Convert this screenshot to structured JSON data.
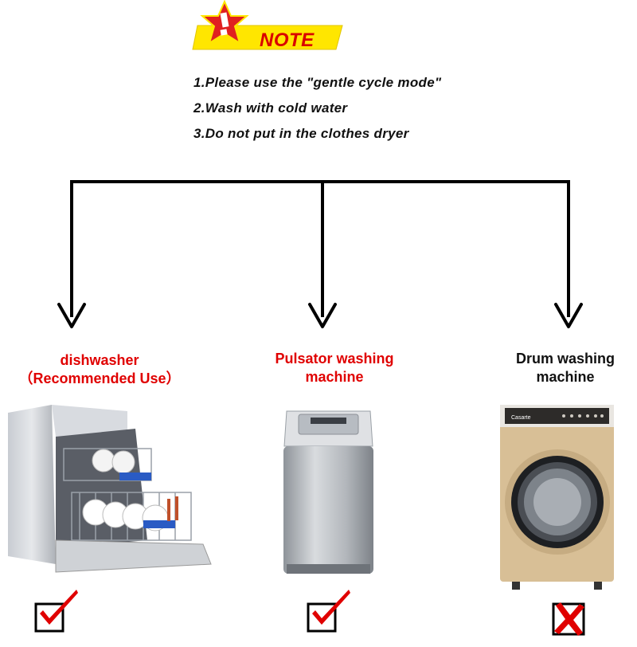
{
  "note": {
    "title": "NOTE",
    "items": [
      "1.Please use the \"gentle cycle mode\"",
      "2.Wash with cold water",
      "3.Do not put in the clothes dryer"
    ]
  },
  "options": [
    {
      "label_line1": "dishwasher",
      "label_line2": "（Recommended Use）",
      "label_color": "#e00000",
      "verdict": "check-icon"
    },
    {
      "label_line1": "Pulsator washing",
      "label_line2": "machine",
      "label_color": "#e00000",
      "verdict": "check-icon"
    },
    {
      "label_line1": "Drum washing",
      "label_line2": "machine",
      "label_color": "#111111",
      "verdict": "cross-icon"
    }
  ],
  "drum_brand": "Casarte",
  "colors": {
    "accent_red": "#e00000",
    "note_yellow": "#ffe600",
    "star_red": "#e02020",
    "check_red": "#e00000"
  }
}
